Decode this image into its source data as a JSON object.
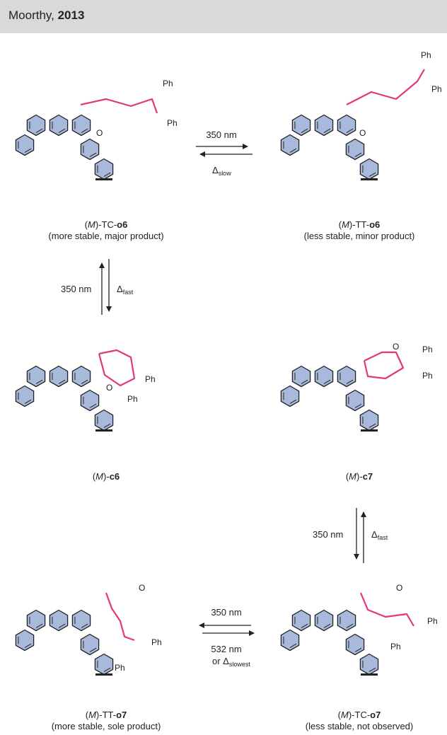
{
  "header": {
    "author": "Moorthy, ",
    "year": "2013"
  },
  "colors": {
    "ring_fill": "#a9b9dc",
    "ring_stroke": "#222222",
    "pink": "#e4357f",
    "header_bg": "#d9d9d9"
  },
  "labels": {
    "o": "O",
    "ph": "Ph"
  },
  "conditions": {
    "nm350": "350 nm",
    "delta": "Δ",
    "slow": "slow",
    "fast": "fast",
    "slowest": "slowest",
    "nm532": "532 nm",
    "or": "or "
  },
  "captions": {
    "tc_o6": {
      "pre": "(",
      "m": "M",
      "mid": ")-TC-",
      "bold": "o6",
      "line2": "(more stable, major product)"
    },
    "tt_o6": {
      "pre": "(",
      "m": "M",
      "mid": ")-TT-",
      "bold": "o6",
      "line2": "(less stable, minor product)"
    },
    "c6": {
      "pre": "(",
      "m": "M",
      "mid": ")-",
      "bold": "c6"
    },
    "c7": {
      "pre": "(",
      "m": "M",
      "mid": ")-",
      "bold": "c7"
    },
    "tt_o7": {
      "pre": "(",
      "m": "M",
      "mid": ")-TT-",
      "bold": "o7",
      "line2": "(more stable, sole product)"
    },
    "tc_o7": {
      "pre": "(",
      "m": "M",
      "mid": ")-TC-",
      "bold": "o7",
      "line2": "(less stable, not observed)"
    }
  }
}
